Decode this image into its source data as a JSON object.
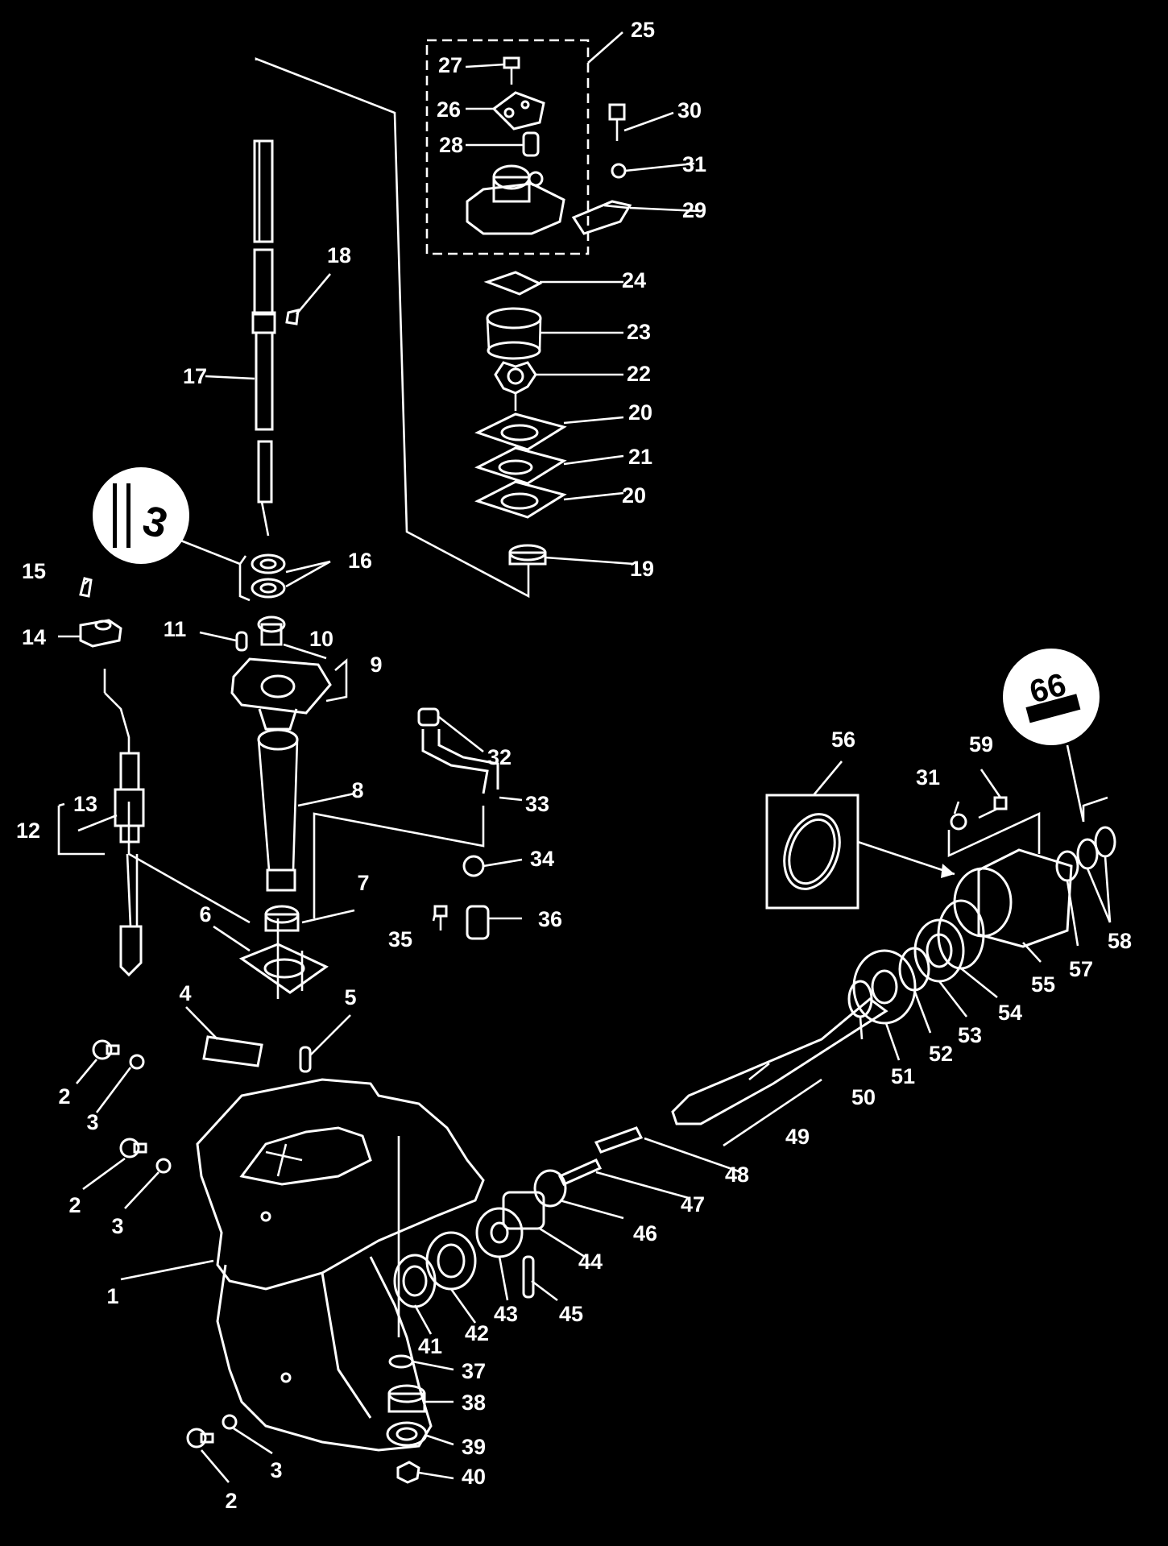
{
  "labels": {
    "l1": "1",
    "l2a": "2",
    "l2b": "2",
    "l2c": "2",
    "l3a": "3",
    "l3b": "3",
    "l3c": "3",
    "l4": "4",
    "l5": "5",
    "l6": "6",
    "l7": "7",
    "l8": "8",
    "l9": "9",
    "l10": "10",
    "l11": "11",
    "l12": "12",
    "l13": "13",
    "l14": "14",
    "l15": "15",
    "l16": "16",
    "l17": "17",
    "l18": "18",
    "l19": "19",
    "l20a": "20",
    "l20b": "20",
    "l21": "21",
    "l22": "22",
    "l23": "23",
    "l24": "24",
    "l25": "25",
    "l26": "26",
    "l27": "27",
    "l28": "28",
    "l29": "29",
    "l30": "30",
    "l31a": "31",
    "l31b": "31",
    "l32": "32",
    "l33": "33",
    "l34": "34",
    "l35": "35",
    "l36": "36",
    "l37": "37",
    "l38": "38",
    "l39": "39",
    "l40": "40",
    "l41": "41",
    "l42": "42",
    "l43": "43",
    "l44": "44",
    "l45": "45",
    "l46": "46",
    "l47": "47",
    "l48": "48",
    "l49": "49",
    "l50": "50",
    "l51": "51",
    "l52": "52",
    "l53": "53",
    "l54": "54",
    "l55": "55",
    "l56": "56",
    "l57": "57",
    "l58": "58",
    "l59": "59"
  },
  "details": {
    "sealant_left": "3",
    "sealant_right": "66"
  }
}
